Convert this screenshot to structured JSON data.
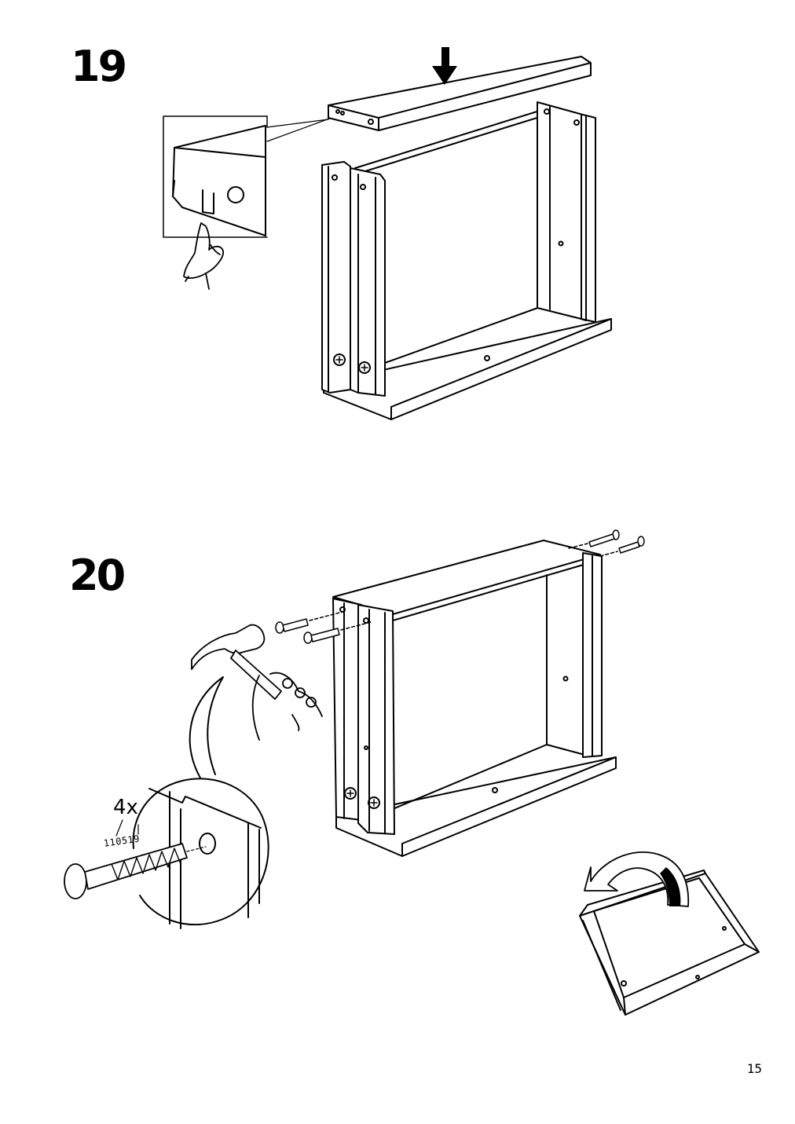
{
  "steps": [
    {
      "number": "19"
    },
    {
      "number": "20",
      "fastener": {
        "quantity": "4x",
        "part_number": "110519"
      }
    }
  ],
  "page_number": "15",
  "icons": {
    "step19": [
      "down-arrow-icon",
      "hand-pointing-icon"
    ],
    "step20": [
      "hammer-icon",
      "dowel-icon",
      "rotate-arrow-icon"
    ]
  },
  "colors": {
    "ink": "#000000",
    "paper": "#ffffff"
  }
}
